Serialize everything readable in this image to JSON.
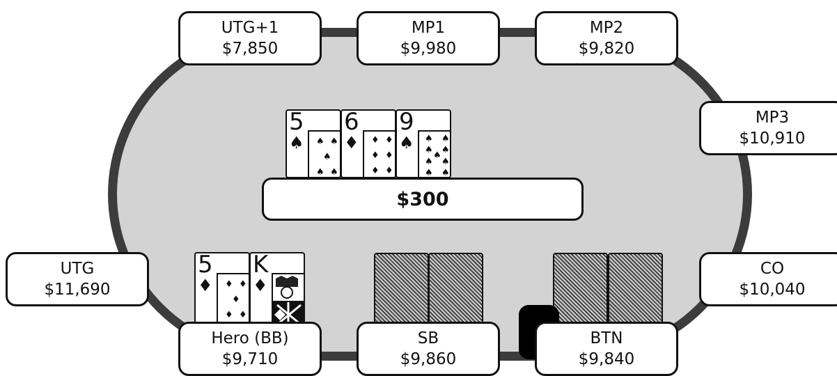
{
  "seats": {
    "utg1": {
      "position": "UTG+1",
      "stack": "$7,850"
    },
    "mp1": {
      "position": "MP1",
      "stack": "$9,980"
    },
    "mp2": {
      "position": "MP2",
      "stack": "$9,820"
    },
    "mp3": {
      "position": "MP3",
      "stack": "$10,910"
    },
    "utg": {
      "position": "UTG",
      "stack": "$11,690"
    },
    "co": {
      "position": "CO",
      "stack": "$10,040"
    },
    "hero": {
      "position": "Hero (BB)",
      "stack": "$9,710"
    },
    "sb": {
      "position": "SB",
      "stack": "$9,860"
    },
    "btn": {
      "position": "BTN",
      "stack": "$9,840"
    }
  },
  "pot": "$300",
  "board": [
    {
      "rank": "5",
      "suit": "♠"
    },
    {
      "rank": "6",
      "suit": "♦"
    },
    {
      "rank": "9",
      "suit": "♠"
    }
  ],
  "hero_hand": [
    {
      "rank": "5",
      "suit": "♦"
    },
    {
      "rank": "K",
      "suit": "♦"
    }
  ]
}
